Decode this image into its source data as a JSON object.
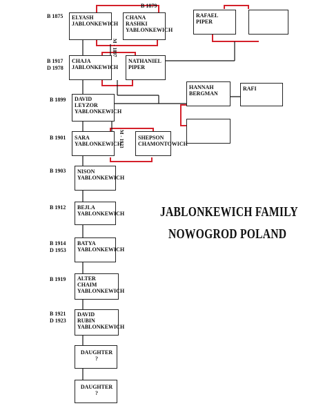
{
  "title": {
    "line1": "JABLONKEWICH FAMILY",
    "line2": "NOWOGROD  POLAND"
  },
  "people": {
    "elyash": {
      "name": "ELYASH\nJABLONKEWICH",
      "dates": "B 1875"
    },
    "chana": {
      "name": "CHANA\nRASHKI\nYABLONKEWICH",
      "dates": "B 1879"
    },
    "rafael": {
      "name": "RAFAEL\nPIPER"
    },
    "chaja": {
      "name": "CHAJA\nJABLONKEWICH",
      "dates": "B 1917\nD 1978"
    },
    "nathaniel": {
      "name": "NATHANIEL\nPIPER"
    },
    "hannah": {
      "name": "HANNAH\nBERGMAN"
    },
    "rafi": {
      "name": "RAFI"
    },
    "david_leyzor": {
      "name": "DAVID\nLEYZOR\nYABLONKEWICH",
      "dates": "B 1899"
    },
    "sara": {
      "name": "SARA\nYABLONKEWICH",
      "dates": "B 1901"
    },
    "shepson": {
      "name": "SHEPSON\nCHAMONTOWICH"
    },
    "nison": {
      "name": "NISON\nYABLONKEWICH",
      "dates": "B 1903"
    },
    "bejla": {
      "name": "BEJLA\nYABLONKEWICH",
      "dates": "B 1912"
    },
    "batya": {
      "name": "BATYA\nYABLONKEWICH",
      "dates": "B 1914\nD 1953"
    },
    "alter": {
      "name": "ALTER\nCHAIM\nYABLONKEWICH",
      "dates": "B 1919"
    },
    "david_rubin": {
      "name": "DAVID\nRUBIN\nYABLONKEWICH",
      "dates": "B 1921\nD 1923"
    },
    "daughter1": {
      "name": "DAUGHTER\n?"
    },
    "daughter2": {
      "name": "DAUGHTER\n?"
    }
  },
  "marriages": {
    "elyash_chana": "M - 1897",
    "sara_shepson": "M - 1923"
  },
  "colors": {
    "line": "#111111",
    "spouse_line": "#d4202a"
  }
}
